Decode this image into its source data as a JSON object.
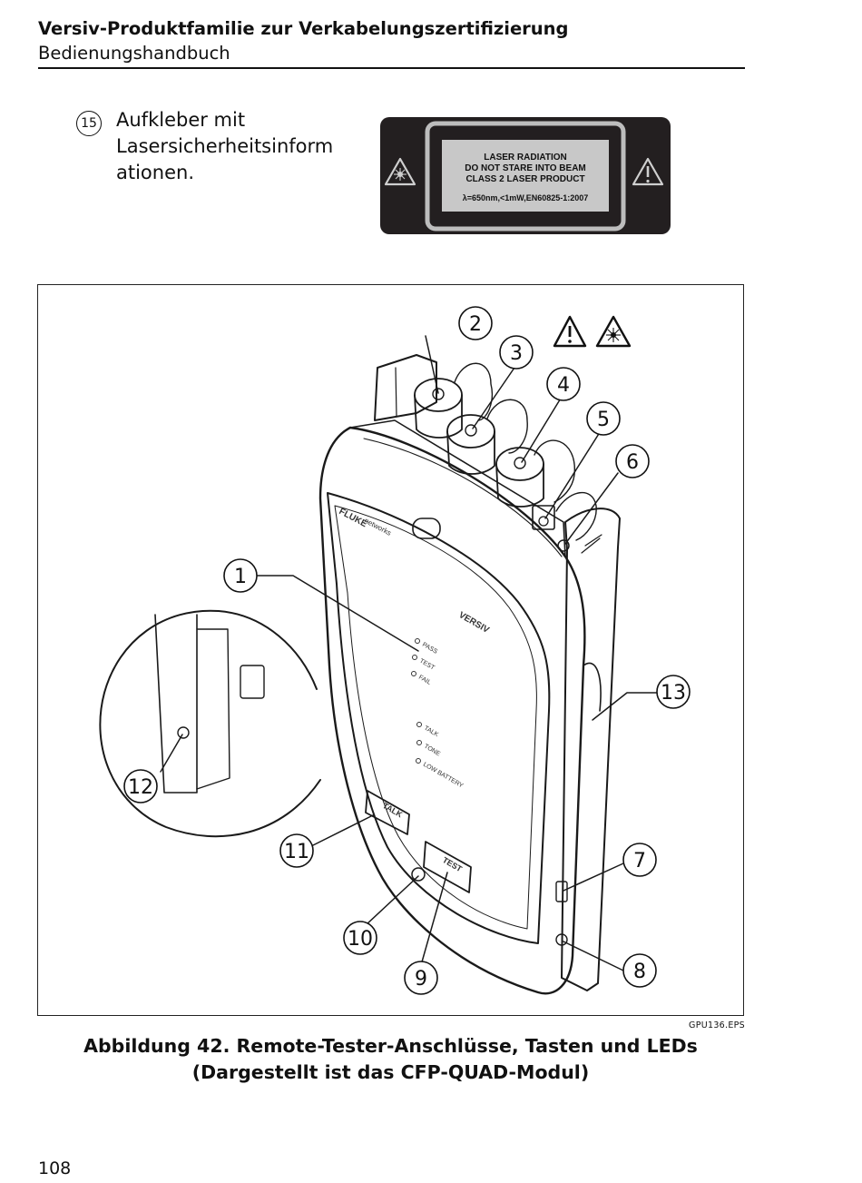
{
  "header": {
    "title": "Versiv-Produktfamilie zur Verkabelungszertifizierung",
    "subtitle": "Bedienungshandbuch"
  },
  "item": {
    "number": "15",
    "lines": [
      "Aufkleber mit",
      "Lasersicherheitsinform",
      "ationen."
    ]
  },
  "laser_label": {
    "line1": "LASER RADIATION",
    "line2": "DO NOT STARE INTO BEAM",
    "line3": "CLASS 2 LASER PRODUCT",
    "line4": "λ=650nm,<1mW,EN60825-1:2007",
    "colors": {
      "background": "#231f20",
      "panel": "#c8c8c8",
      "text": "#111111"
    }
  },
  "figure": {
    "file": "GPU136.EPS",
    "callouts": [
      "1",
      "2",
      "3",
      "4",
      "5",
      "6",
      "7",
      "8",
      "9",
      "10",
      "11",
      "12",
      "13"
    ],
    "device_labels": {
      "brand": "FLUKE",
      "brand_sub": "networks",
      "model": "VERSIV",
      "leds": [
        "PASS",
        "TEST",
        "FAIL",
        "TALK",
        "TONE",
        "LOW BATTERY"
      ],
      "talk_key": "TALK",
      "test_key": "TEST"
    }
  },
  "caption": {
    "line1": "Abbildung 42. Remote-Tester-Anschlüsse, Tasten und LEDs",
    "line2": "(Dargestellt ist das CFP-QUAD-Modul)"
  },
  "page_number": "108"
}
